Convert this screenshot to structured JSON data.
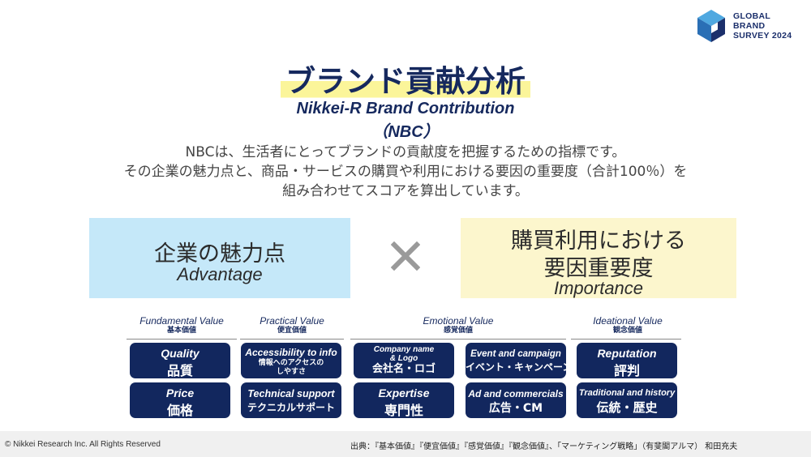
{
  "logo": {
    "line1": "GLOBAL",
    "line2": "BRAND",
    "line3": "SURVEY 2024",
    "colors": {
      "light": "#4fa8e0",
      "mid": "#2a6fb5",
      "dark": "#1b2f6b"
    }
  },
  "title": "ブランド貢献分析",
  "subtitle_line1": "Nikkei-R Brand Contribution",
  "subtitle_line2": "（NBC）",
  "description": [
    "NBCは、生活者にとってブランドの貢献度を把握するための指標です。",
    "その企業の魅力点と、商品・サービスの購買や利用における要因の重要度（合計100％）を",
    "組み合わせてスコアを算出しています。"
  ],
  "advantage": {
    "jp": "企業の魅力点",
    "en": "Advantage"
  },
  "importance": {
    "jp_line1": "購買利用における",
    "jp_line2": "要因重要度",
    "en": "Importance"
  },
  "categories": {
    "fundamental": {
      "en": "Fundamental Value",
      "jp": "基本価値"
    },
    "practical": {
      "en": "Practical Value",
      "jp": "便宜価値"
    },
    "emotional": {
      "en": "Emotional Value",
      "jp": "感覚価値"
    },
    "ideational": {
      "en": "Ideational Value",
      "jp": "観念価値"
    }
  },
  "cards": {
    "quality": {
      "en": "Quality",
      "jp": "品質"
    },
    "price": {
      "en": "Price",
      "jp": "価格"
    },
    "accessibility": {
      "en": "Accessibility to info",
      "jp_line1": "情報へのアクセスの",
      "jp_line2": "しやすさ"
    },
    "technical": {
      "en": "Technical support",
      "jp": "テクニカルサポート"
    },
    "company": {
      "en_line1": "Company name",
      "en_line2": "& Logo",
      "jp": "会社名・ロゴ"
    },
    "expertise": {
      "en": "Expertise",
      "jp": "専門性"
    },
    "event": {
      "en": "Event and campaign",
      "jp": "イベント・キャンペーン"
    },
    "ad": {
      "en": "Ad and commercials",
      "jp": "広告・CM"
    },
    "reputation": {
      "en": "Reputation",
      "jp": "評判"
    },
    "tradition": {
      "en": "Traditional and history",
      "jp": "伝統・歴史"
    }
  },
  "footer": {
    "copyright": "© Nikkei Research Inc. All Rights Reserved",
    "source": "出典：『基本価値』『便宜価値』『感覚価値』『観念価値』、「マーケティング戦略」（有斐閣アルマ） 和田充夫"
  }
}
